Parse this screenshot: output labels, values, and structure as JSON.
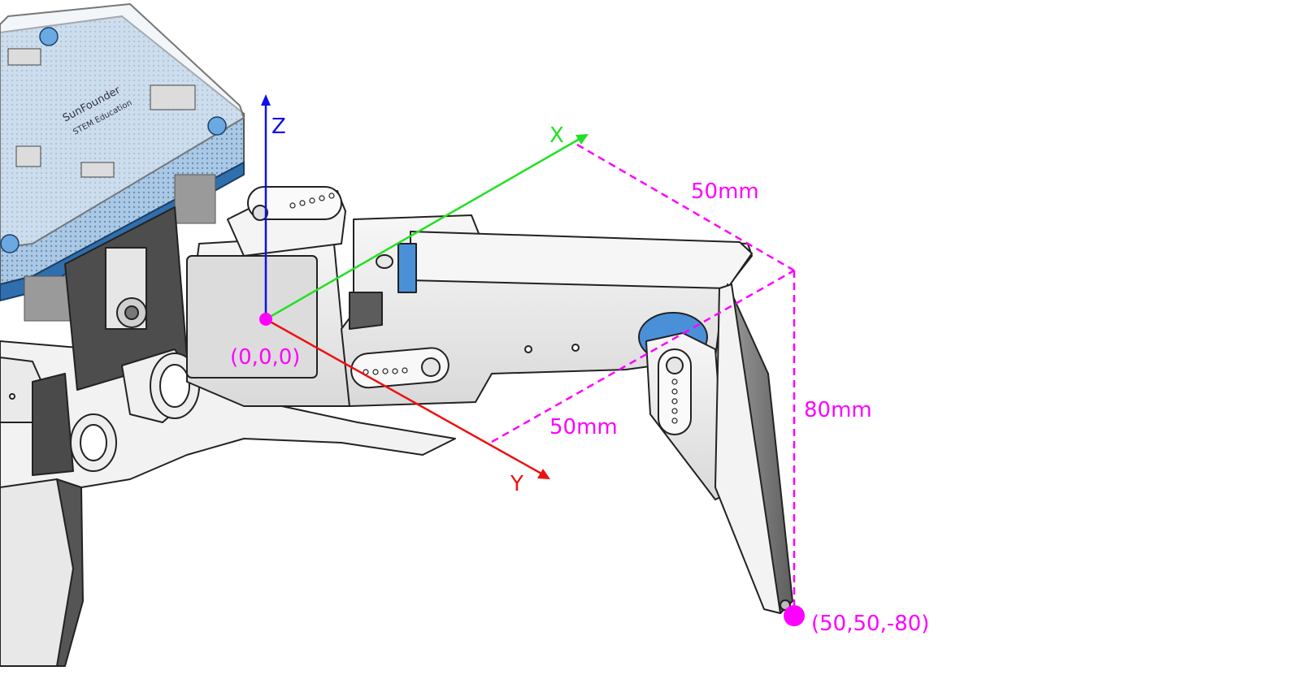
{
  "axes": {
    "z": {
      "label": "Z",
      "color": "#1010e8"
    },
    "x": {
      "label": "X",
      "color": "#22e022"
    },
    "y": {
      "label": "Y",
      "color": "#ee1111"
    }
  },
  "annotation_color": "#ff00ff",
  "origin_label": "(0,0,0)",
  "endpoint_label": "(50,50,-80)",
  "dimensions": {
    "x_length": "50mm",
    "y_length": "50mm",
    "z_length": "80mm"
  },
  "board_text": {
    "brand": "SunFounder",
    "model": "STEM Education"
  }
}
